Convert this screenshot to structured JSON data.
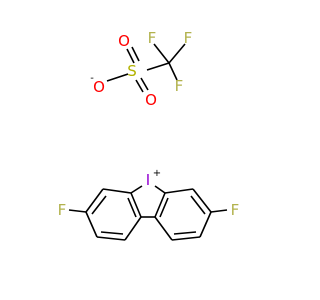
{
  "colors": {
    "bond": "#000000",
    "fluorine": "#b2b24c",
    "sulfur": "#b2b200",
    "oxygen": "#ff0000",
    "iodine": "#9400d3"
  },
  "triflate": {
    "S": "S",
    "O_top": "O",
    "O_right": "O",
    "O_minus": "O",
    "minus": "-",
    "F_left": "F",
    "F_top": "F",
    "F_right": "F"
  },
  "cation": {
    "I": "I",
    "plus": "+",
    "F_left": "F",
    "F_right": "F"
  }
}
